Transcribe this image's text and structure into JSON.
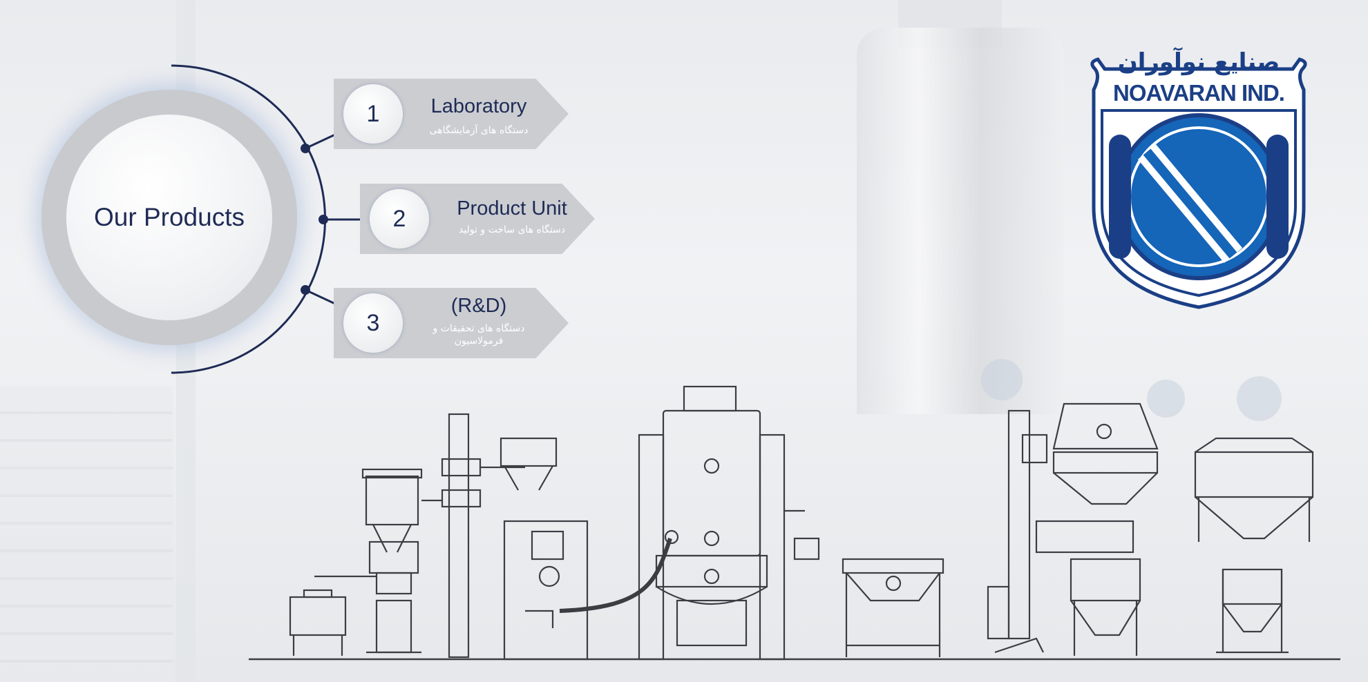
{
  "center": {
    "label": "Our Products"
  },
  "items": [
    {
      "number": "1",
      "title": "Laboratory",
      "subtitle": "دستگاه های آزمایشگاهی"
    },
    {
      "number": "2",
      "title": "Product Unit",
      "subtitle": "دستگاه های ساخت و تولید"
    },
    {
      "number": "3",
      "title": "(R&D)",
      "subtitle": "دستگاه های تحقیقات و فرمولاسیون"
    }
  ],
  "logo": {
    "persian_name": "صنایع نوآوران",
    "english_name": "NOAVARAN IND.",
    "colors": {
      "primary": "#1b3f86",
      "accent": "#1565b8"
    }
  },
  "colors": {
    "navy": "#1e2b55",
    "pill": "#cbcdd1",
    "background": "#eceef1"
  },
  "illustration": {
    "icon": "industrial-machinery-line-drawing"
  }
}
